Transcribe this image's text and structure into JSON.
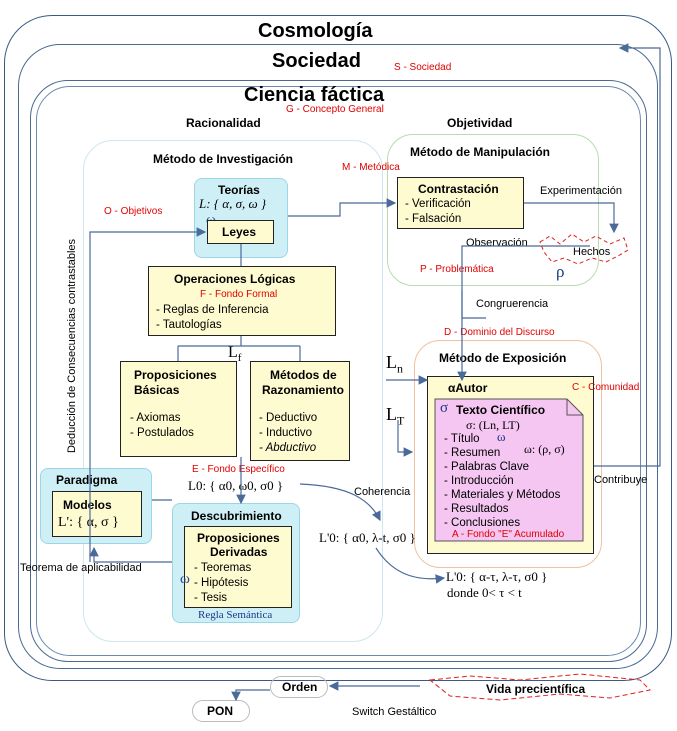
{
  "titles": {
    "cosmologia": "Cosmología",
    "sociedad": "Sociedad",
    "s_sociedad": "S - Sociedad",
    "ciencia": "Ciencia fáctica",
    "g_concepto": "G - Concepto General",
    "racionalidad": "Racionalidad",
    "objetividad": "Objetividad"
  },
  "metodo_investigacion": {
    "title": "Método  de Investigación",
    "m_metodica": "M - Metódica",
    "o_objetivos": "O - Objetivos"
  },
  "teorias": {
    "title": "Teorías",
    "formula": "L: { α, σ, ω }",
    "omega": "ω",
    "leyes": "Leyes"
  },
  "operaciones": {
    "title": "Operaciones Lógicas",
    "fondo": "F - Fondo Formal",
    "items": [
      "- Reglas de Inferencia",
      "- Tautologías"
    ],
    "lf": "L",
    "lf_sub": "f"
  },
  "proposiciones_basicas": {
    "title_1": "Proposiciones",
    "title_2": "Básicas",
    "items": [
      "- Axiomas",
      "- Postulados"
    ]
  },
  "metodos_razonamiento": {
    "title_1": "Métodos de",
    "title_2": "Razonamiento",
    "items": [
      "- Deductivo",
      "- Inductivo",
      "- Abductivo"
    ]
  },
  "fondo_especifico": "E - Fondo Específico",
  "l0_formula": "L0: { α0, ω0, σ0 }",
  "paradigma": {
    "title": "Paradigma",
    "modelos": "Modelos",
    "formula": "L': { α, σ }"
  },
  "descubrimiento": {
    "title": "Descubrimiento",
    "prop_1": "Proposiciones",
    "prop_2": "Derivadas",
    "items": [
      "- Teoremas",
      "- Hipótesis",
      "- Tesis"
    ],
    "omega": "ω",
    "regla": "Regla Semántica"
  },
  "left_labels": {
    "deduccion": "Deducción de Consecuencias contrastables",
    "teorema": "Teorema de aplicabilidad"
  },
  "manipulacion": {
    "title": "Método de Manipulación",
    "contrastacion": "Contrastación",
    "items": [
      "- Verificación",
      "- Falsación"
    ],
    "experimentacion": "Experimentación",
    "hechos": "Hechos",
    "rho": "ρ",
    "observacion": "Observación",
    "p_problematica": "P - Problemática"
  },
  "congruerencia": "Congruerencia",
  "d_dominio": "D - Dominio del Discurso",
  "exposicion": {
    "title": "Método de Exposición",
    "ln": "L",
    "ln_sub": "n",
    "lt": "L",
    "lt_sub": "T",
    "alpha_autor": "αAutor",
    "c_comunidad": "C - Comunidad",
    "sigma": "σ",
    "texto": "Texto Científico",
    "sigma_formula": "σ: (Ln, LT)",
    "omega": "ω",
    "omega_formula": "ω: (ρ, σ)",
    "items": [
      "- Título",
      "- Resumen",
      "- Palabras Clave",
      "- Introducción",
      "- Materiales y Métodos",
      "- Resultados",
      "- Conclusiones"
    ],
    "a_fondo": "A - Fondo \"E\" Acumulado",
    "contribuye": "Contribuye"
  },
  "coherencia": "Coherencia",
  "l0_prime_formula": "L'0: { α0, λ-t, σ0 }",
  "l0_prime_tau": "L'0: { α-τ, λ-τ, σ0 }",
  "donde": "donde 0< τ < t",
  "bottom": {
    "orden": "Orden",
    "vida": "Vida precientífica",
    "pon": "PON",
    "switch": "Switch Gestáltico"
  }
}
